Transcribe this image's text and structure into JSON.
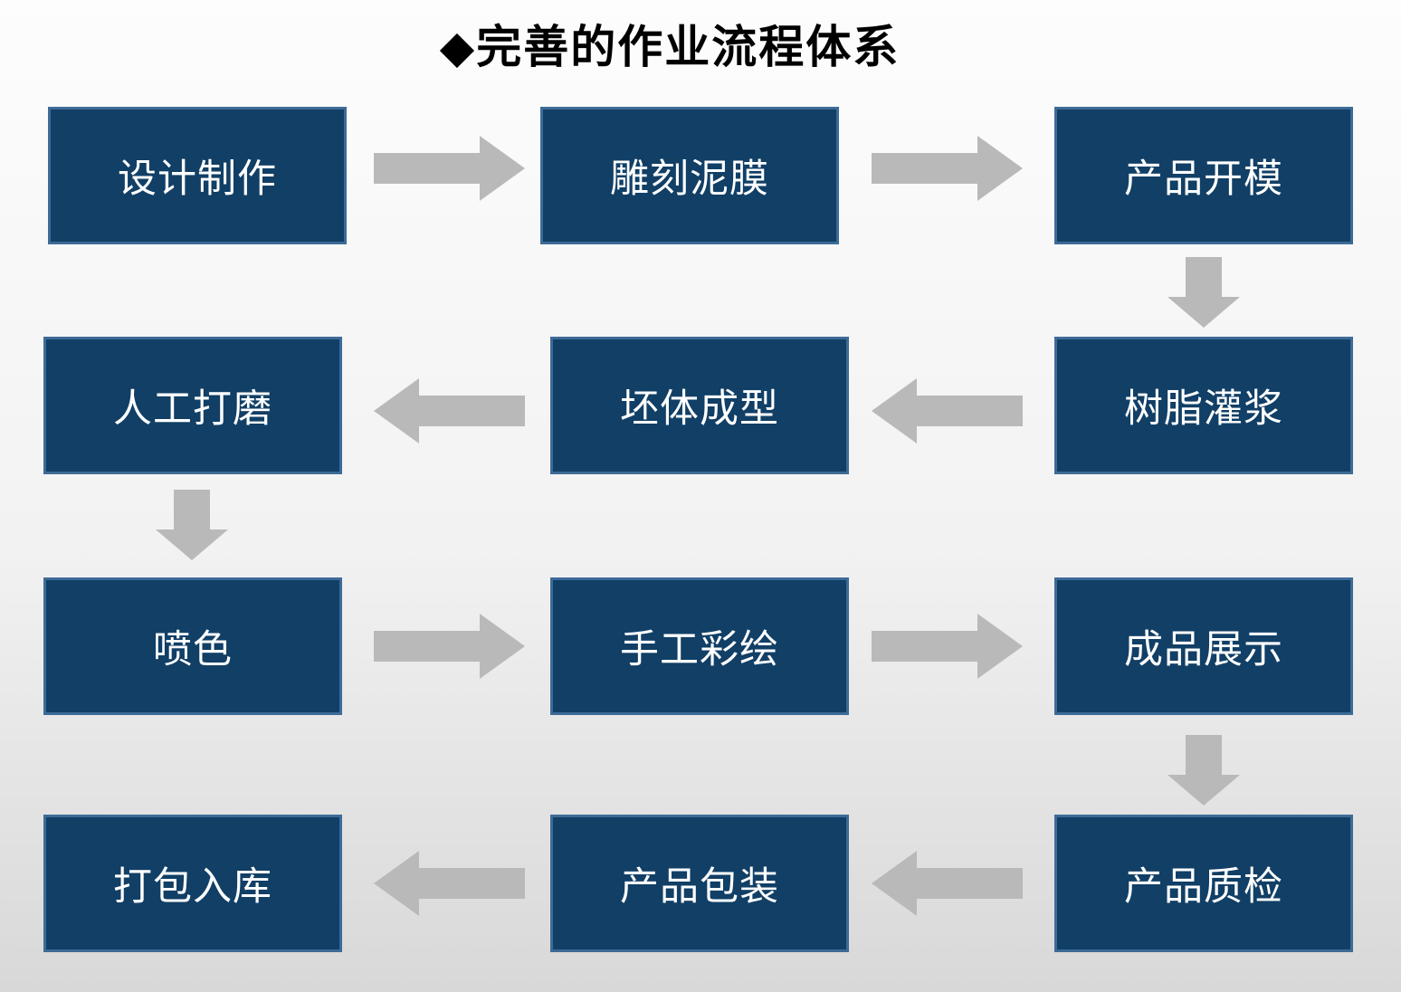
{
  "title": "◆完善的作业流程体系",
  "colors": {
    "node_fill": "#113f66",
    "node_border": "#3d6b97",
    "arrow": "#b9b9b9",
    "node_text": "#ffffff",
    "bg_top": "#fdfdfd",
    "bg_bottom": "#d8d8d8",
    "title_color": "#000000"
  },
  "flow": {
    "nodes": [
      {
        "id": "design",
        "label": "设计制作"
      },
      {
        "id": "sculpt",
        "label": "雕刻泥膜"
      },
      {
        "id": "mold",
        "label": "产品开模"
      },
      {
        "id": "resin",
        "label": "树脂灌浆"
      },
      {
        "id": "forming",
        "label": "坯体成型"
      },
      {
        "id": "polish",
        "label": "人工打磨"
      },
      {
        "id": "spray",
        "label": "喷色"
      },
      {
        "id": "paint",
        "label": "手工彩绘"
      },
      {
        "id": "display",
        "label": "成品展示"
      },
      {
        "id": "inspect",
        "label": "产品质检"
      },
      {
        "id": "package",
        "label": "产品包装"
      },
      {
        "id": "store",
        "label": "打包入库"
      }
    ],
    "connections": [
      {
        "from": "设计制作",
        "to": "雕刻泥膜",
        "direction": "right"
      },
      {
        "from": "雕刻泥膜",
        "to": "产品开模",
        "direction": "right"
      },
      {
        "from": "产品开模",
        "to": "树脂灌浆",
        "direction": "down"
      },
      {
        "from": "树脂灌浆",
        "to": "坯体成型",
        "direction": "left"
      },
      {
        "from": "坯体成型",
        "to": "人工打磨",
        "direction": "left"
      },
      {
        "from": "人工打磨",
        "to": "喷色",
        "direction": "down"
      },
      {
        "from": "喷色",
        "to": "手工彩绘",
        "direction": "right"
      },
      {
        "from": "手工彩绘",
        "to": "成品展示",
        "direction": "right"
      },
      {
        "from": "成品展示",
        "to": "产品质检",
        "direction": "down"
      },
      {
        "from": "产品质检",
        "to": "产品包装",
        "direction": "left"
      },
      {
        "from": "产品包装",
        "to": "打包入库",
        "direction": "left"
      }
    ]
  }
}
